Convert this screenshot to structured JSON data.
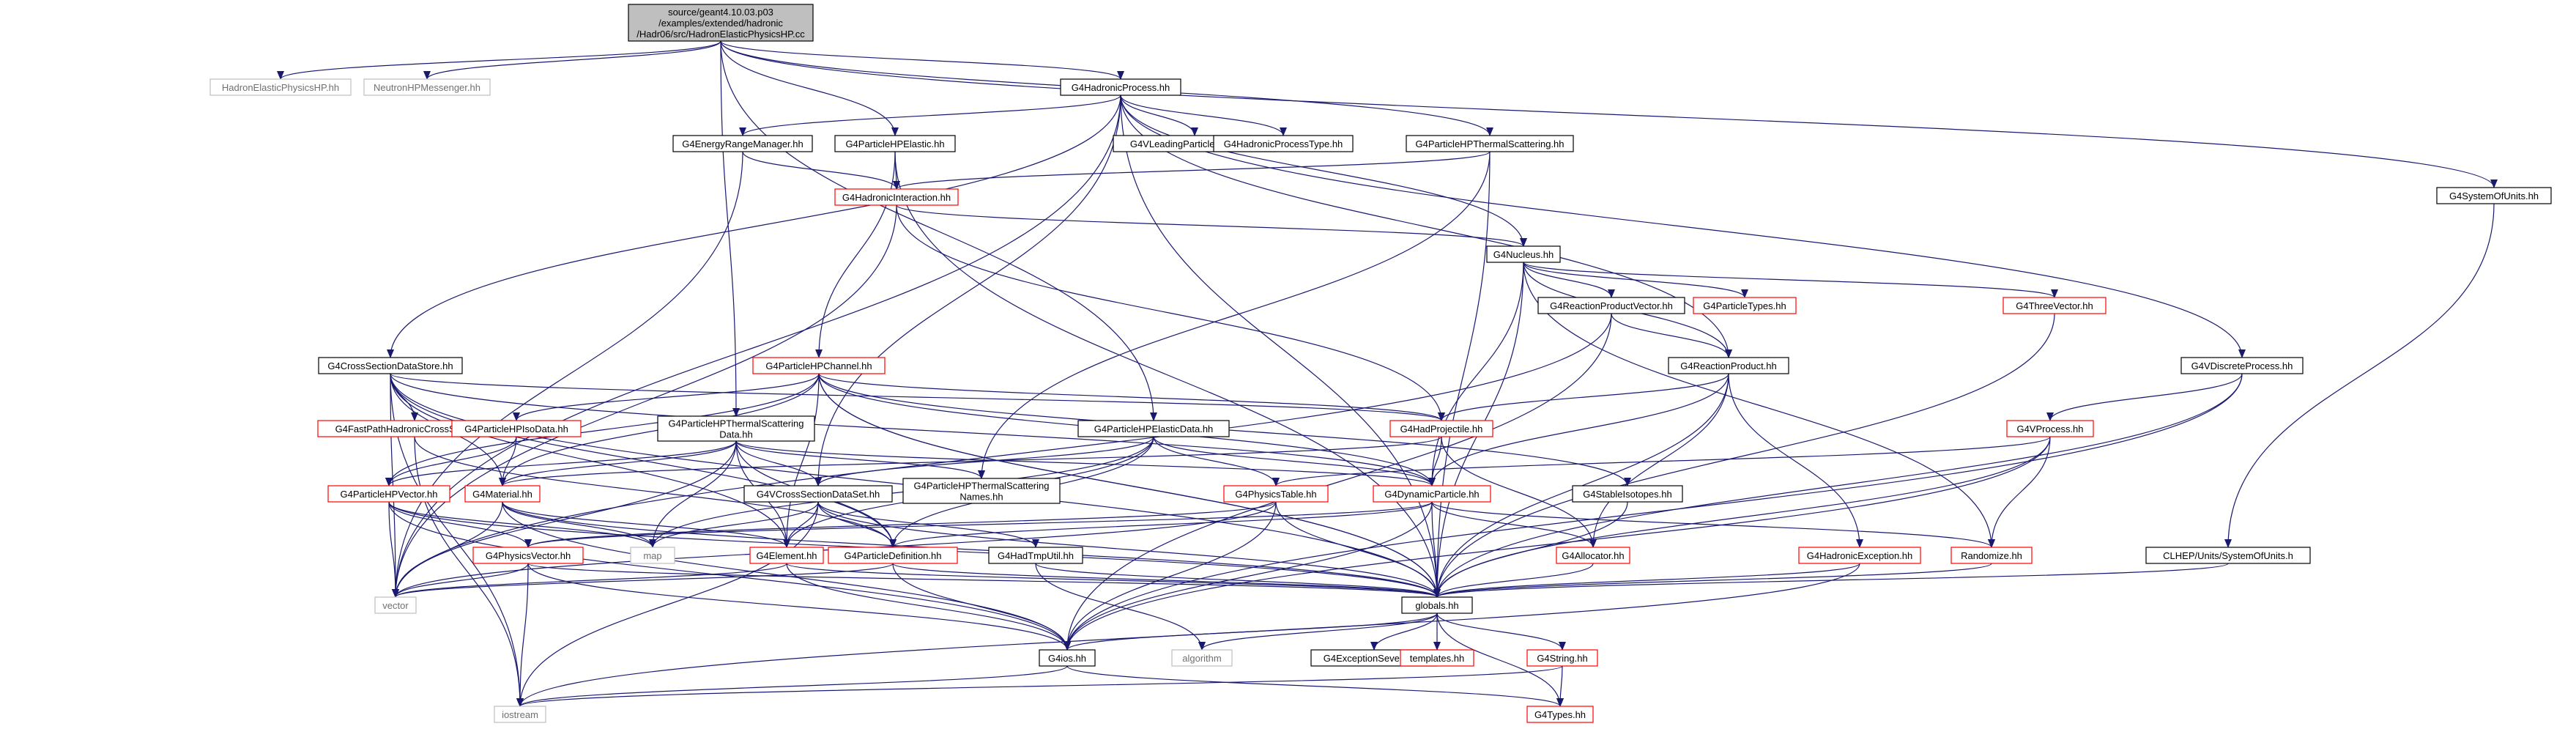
{
  "diagram": {
    "colors": {
      "edge": "#191970",
      "edge_red": "#ff0000",
      "node_border": "#000000",
      "node_border_red": "#ff0000",
      "node_border_gray": "#bfbfbf",
      "node_fill_root": "#bfbfbf",
      "text": "#000000",
      "text_gray": "#707070"
    },
    "nodes": [
      {
        "id": "root",
        "lines": [
          "source/geant4.10.03.p03",
          "/examples/extended/hadronic",
          "/Hadr06/src/HadronElasticPhysicsHP.cc"
        ],
        "style": "root"
      },
      {
        "id": "helasticphys",
        "lines": [
          "HadronElasticPhysicsHP.hh"
        ],
        "style": "gray"
      },
      {
        "id": "neutronmsg",
        "lines": [
          "NeutronHPMessenger.hh"
        ],
        "style": "gray"
      },
      {
        "id": "hadproc",
        "lines": [
          "G4HadronicProcess.hh"
        ],
        "style": "black"
      },
      {
        "id": "sysunits",
        "lines": [
          "G4SystemOfUnits.hh"
        ],
        "style": "black"
      },
      {
        "id": "energyrange",
        "lines": [
          "G4EnergyRangeManager.hh"
        ],
        "style": "black"
      },
      {
        "id": "hpelastic",
        "lines": [
          "G4ParticleHPElastic.hh"
        ],
        "style": "black"
      },
      {
        "id": "leadbias",
        "lines": [
          "G4VLeadingParticleBiasing.hh"
        ],
        "style": "black"
      },
      {
        "id": "hadproctype",
        "lines": [
          "G4HadronicProcessType.hh"
        ],
        "style": "black"
      },
      {
        "id": "hptherm",
        "lines": [
          "G4ParticleHPThermalScattering.hh"
        ],
        "style": "black"
      },
      {
        "id": "hadinter",
        "lines": [
          "G4HadronicInteraction.hh"
        ],
        "style": "red"
      },
      {
        "id": "nucleus",
        "lines": [
          "G4Nucleus.hh"
        ],
        "style": "black"
      },
      {
        "id": "reacprodvec",
        "lines": [
          "G4ReactionProductVector.hh"
        ],
        "style": "black"
      },
      {
        "id": "particletypes",
        "lines": [
          "G4ParticleTypes.hh"
        ],
        "style": "red"
      },
      {
        "id": "threevec",
        "lines": [
          "G4ThreeVector.hh"
        ],
        "style": "red"
      },
      {
        "id": "xsdatastore",
        "lines": [
          "G4CrossSectionDataStore.hh"
        ],
        "style": "black"
      },
      {
        "id": "hpchannel",
        "lines": [
          "G4ParticleHPChannel.hh"
        ],
        "style": "red"
      },
      {
        "id": "reacprod",
        "lines": [
          "G4ReactionProduct.hh"
        ],
        "style": "black"
      },
      {
        "id": "vdiscrete",
        "lines": [
          "G4VDiscreteProcess.hh"
        ],
        "style": "black"
      },
      {
        "id": "fastpath",
        "lines": [
          "G4FastPathHadronicCrossSection.hh"
        ],
        "style": "red"
      },
      {
        "id": "hpisodata",
        "lines": [
          "G4ParticleHPIsoData.hh"
        ],
        "style": "red"
      },
      {
        "id": "hpthermdata",
        "lines": [
          "G4ParticleHPThermalScattering",
          "Data.hh"
        ],
        "style": "black"
      },
      {
        "id": "hpelasticdata",
        "lines": [
          "G4ParticleHPElasticData.hh"
        ],
        "style": "black"
      },
      {
        "id": "hadprojectile",
        "lines": [
          "G4HadProjectile.hh"
        ],
        "style": "red"
      },
      {
        "id": "vprocess",
        "lines": [
          "G4VProcess.hh"
        ],
        "style": "red"
      },
      {
        "id": "hpvector",
        "lines": [
          "G4ParticleHPVector.hh"
        ],
        "style": "red"
      },
      {
        "id": "material",
        "lines": [
          "G4Material.hh"
        ],
        "style": "red"
      },
      {
        "id": "vxsdataset",
        "lines": [
          "G4VCrossSectionDataSet.hh"
        ],
        "style": "black"
      },
      {
        "id": "hpthermnames",
        "lines": [
          "G4ParticleHPThermalScattering",
          "Names.hh"
        ],
        "style": "black"
      },
      {
        "id": "physicstable",
        "lines": [
          "G4PhysicsTable.hh"
        ],
        "style": "red"
      },
      {
        "id": "dynparticle",
        "lines": [
          "G4DynamicParticle.hh"
        ],
        "style": "red"
      },
      {
        "id": "stableiso",
        "lines": [
          "G4StableIsotopes.hh"
        ],
        "style": "black"
      },
      {
        "id": "physvector",
        "lines": [
          "G4PhysicsVector.hh"
        ],
        "style": "red"
      },
      {
        "id": "map",
        "lines": [
          "map"
        ],
        "style": "gray"
      },
      {
        "id": "element",
        "lines": [
          "G4Element.hh"
        ],
        "style": "red"
      },
      {
        "id": "partdef",
        "lines": [
          "G4ParticleDefinition.hh"
        ],
        "style": "red"
      },
      {
        "id": "hadtmputil",
        "lines": [
          "G4HadTmpUtil.hh"
        ],
        "style": "black"
      },
      {
        "id": "allocator",
        "lines": [
          "G4Allocator.hh"
        ],
        "style": "red"
      },
      {
        "id": "hadexception",
        "lines": [
          "G4HadronicException.hh"
        ],
        "style": "red"
      },
      {
        "id": "randomize",
        "lines": [
          "Randomize.hh"
        ],
        "style": "red"
      },
      {
        "id": "clhepunits",
        "lines": [
          "CLHEP/Units/SystemOfUnits.h"
        ],
        "style": "black"
      },
      {
        "id": "vector",
        "lines": [
          "vector"
        ],
        "style": "gray"
      },
      {
        "id": "globals",
        "lines": [
          "globals.hh"
        ],
        "style": "black"
      },
      {
        "id": "g4ios",
        "lines": [
          "G4ios.hh"
        ],
        "style": "black"
      },
      {
        "id": "algorithm",
        "lines": [
          "algorithm"
        ],
        "style": "gray"
      },
      {
        "id": "exceptsev",
        "lines": [
          "G4ExceptionSeverity.hh"
        ],
        "style": "black"
      },
      {
        "id": "templates",
        "lines": [
          "templates.hh"
        ],
        "style": "red"
      },
      {
        "id": "g4string",
        "lines": [
          "G4String.hh"
        ],
        "style": "red"
      },
      {
        "id": "iostream",
        "lines": [
          "iostream"
        ],
        "style": "gray"
      },
      {
        "id": "g4types",
        "lines": [
          "G4Types.hh"
        ],
        "style": "red"
      }
    ],
    "edges": [
      [
        "root",
        "helasticphys"
      ],
      [
        "root",
        "neutronmsg"
      ],
      [
        "root",
        "hadproc"
      ],
      [
        "root",
        "sysunits"
      ],
      [
        "root",
        "hpelastic"
      ],
      [
        "root",
        "hptherm"
      ],
      [
        "root",
        "hpthermdata"
      ],
      [
        "root",
        "hpelasticdata"
      ],
      [
        "hadproc",
        "energyrange"
      ],
      [
        "hadproc",
        "leadbias"
      ],
      [
        "hadproc",
        "hadproctype"
      ],
      [
        "hadproc",
        "nucleus"
      ],
      [
        "hadproc",
        "reacprod"
      ],
      [
        "hadproc",
        "xsdatastore"
      ],
      [
        "hadproc",
        "vdiscrete"
      ],
      [
        "hadproc",
        "vector"
      ],
      [
        "hadproc",
        "globals"
      ],
      [
        "hadproc",
        "vxsdataset"
      ],
      [
        "energyrange",
        "hadinter"
      ],
      [
        "energyrange",
        "vector"
      ],
      [
        "hpelastic",
        "hadinter"
      ],
      [
        "hpelastic",
        "hpchannel"
      ],
      [
        "hpelastic",
        "globals"
      ],
      [
        "hptherm",
        "hadinter"
      ],
      [
        "hptherm",
        "hpthermnames"
      ],
      [
        "hptherm",
        "globals"
      ],
      [
        "hadinter",
        "nucleus"
      ],
      [
        "hadinter",
        "hadprojectile"
      ],
      [
        "hadinter",
        "vector"
      ],
      [
        "nucleus",
        "reacprodvec"
      ],
      [
        "nucleus",
        "particletypes"
      ],
      [
        "nucleus",
        "threevec"
      ],
      [
        "nucleus",
        "reacprod"
      ],
      [
        "nucleus",
        "dynparticle"
      ],
      [
        "nucleus",
        "randomize"
      ],
      [
        "nucleus",
        "globals"
      ],
      [
        "reacprodvec",
        "reacprod"
      ],
      [
        "reacprodvec",
        "vector"
      ],
      [
        "reacprodvec",
        "g4ios"
      ],
      [
        "threevec",
        "globals"
      ],
      [
        "reacprod",
        "hadprojectile"
      ],
      [
        "reacprod",
        "dynparticle"
      ],
      [
        "reacprod",
        "hadexception"
      ],
      [
        "reacprod",
        "allocator"
      ],
      [
        "reacprod",
        "globals"
      ],
      [
        "xsdatastore",
        "fastpath"
      ],
      [
        "xsdatastore",
        "material"
      ],
      [
        "xsdatastore",
        "vector"
      ],
      [
        "xsdatastore",
        "iostream"
      ],
      [
        "xsdatastore",
        "element"
      ],
      [
        "xsdatastore",
        "dynparticle"
      ],
      [
        "xsdatastore",
        "globals"
      ],
      [
        "xsdatastore",
        "hadprojectile"
      ],
      [
        "xsdatastore",
        "partdef"
      ],
      [
        "hpchannel",
        "hpisodata"
      ],
      [
        "hpchannel",
        "hpvector"
      ],
      [
        "hpchannel",
        "material"
      ],
      [
        "hpchannel",
        "element"
      ],
      [
        "hpchannel",
        "globals"
      ],
      [
        "hpchannel",
        "stableiso"
      ],
      [
        "hpchannel",
        "dynparticle"
      ],
      [
        "hpchannel",
        "hadprojectile"
      ],
      [
        "vdiscrete",
        "vprocess"
      ],
      [
        "vdiscrete",
        "globals"
      ],
      [
        "vdiscrete",
        "g4ios"
      ],
      [
        "fastpath",
        "partdef"
      ],
      [
        "fastpath",
        "iostream"
      ],
      [
        "hpisodata",
        "hpvector"
      ],
      [
        "hpisodata",
        "material"
      ],
      [
        "hpthermdata",
        "hpvector"
      ],
      [
        "hpthermdata",
        "material"
      ],
      [
        "hpthermdata",
        "vxsdataset"
      ],
      [
        "hpthermdata",
        "hpthermnames"
      ],
      [
        "hpthermdata",
        "element"
      ],
      [
        "hpthermdata",
        "map"
      ],
      [
        "hpthermdata",
        "vector"
      ],
      [
        "hpthermdata",
        "partdef"
      ],
      [
        "hpthermdata",
        "dynparticle"
      ],
      [
        "hpelasticdata",
        "vxsdataset"
      ],
      [
        "hpelasticdata",
        "physicstable"
      ],
      [
        "hpelasticdata",
        "dynparticle"
      ],
      [
        "hpelasticdata",
        "element"
      ],
      [
        "hpelasticdata",
        "partdef"
      ],
      [
        "hpelasticdata",
        "map"
      ],
      [
        "hadprojectile",
        "material"
      ],
      [
        "hadprojectile",
        "dynparticle"
      ],
      [
        "hadprojectile",
        "allocator"
      ],
      [
        "vprocess",
        "randomize"
      ],
      [
        "vprocess",
        "globals"
      ],
      [
        "vprocess",
        "g4ios"
      ],
      [
        "vprocess",
        "physicstable"
      ],
      [
        "hpvector",
        "physvector"
      ],
      [
        "hpvector",
        "vector"
      ],
      [
        "hpvector",
        "g4ios"
      ],
      [
        "hpvector",
        "globals"
      ],
      [
        "hpvector",
        "map"
      ],
      [
        "material",
        "element"
      ],
      [
        "material",
        "vector"
      ],
      [
        "material",
        "map"
      ],
      [
        "material",
        "g4ios"
      ],
      [
        "material",
        "globals"
      ],
      [
        "vxsdataset",
        "element"
      ],
      [
        "vxsdataset",
        "partdef"
      ],
      [
        "vxsdataset",
        "map"
      ],
      [
        "vxsdataset",
        "iostream"
      ],
      [
        "vxsdataset",
        "globals"
      ],
      [
        "vxsdataset",
        "hadtmputil"
      ],
      [
        "physicstable",
        "vector"
      ],
      [
        "physicstable",
        "physvector"
      ],
      [
        "physicstable",
        "globals"
      ],
      [
        "physicstable",
        "g4ios"
      ],
      [
        "dynparticle",
        "partdef"
      ],
      [
        "dynparticle",
        "allocator"
      ],
      [
        "dynparticle",
        "globals"
      ],
      [
        "dynparticle",
        "g4ios"
      ],
      [
        "dynparticle",
        "physvector"
      ],
      [
        "physvector",
        "vector"
      ],
      [
        "physvector",
        "iostream"
      ],
      [
        "physvector",
        "g4ios"
      ],
      [
        "physvector",
        "globals"
      ],
      [
        "element",
        "vector"
      ],
      [
        "element",
        "globals"
      ],
      [
        "element",
        "g4ios"
      ],
      [
        "partdef",
        "vector"
      ],
      [
        "partdef",
        "globals"
      ],
      [
        "partdef",
        "g4ios"
      ],
      [
        "hadtmputil",
        "globals"
      ],
      [
        "hadtmputil",
        "algorithm"
      ],
      [
        "allocator",
        "globals"
      ],
      [
        "hadexception",
        "globals"
      ],
      [
        "hadexception",
        "iostream"
      ],
      [
        "randomize",
        "globals"
      ],
      [
        "stableiso",
        "globals"
      ],
      [
        "clhepunits",
        "globals"
      ],
      [
        "sysunits",
        "clhepunits"
      ],
      [
        "dynparticle",
        "randomize"
      ],
      [
        "hpchannel",
        "globals"
      ],
      [
        "globals",
        "g4ios"
      ],
      [
        "globals",
        "algorithm"
      ],
      [
        "globals",
        "exceptsev"
      ],
      [
        "globals",
        "templates"
      ],
      [
        "globals",
        "g4string"
      ],
      [
        "globals",
        "g4types"
      ],
      [
        "g4ios",
        "iostream"
      ],
      [
        "g4ios",
        "g4types"
      ],
      [
        "g4string",
        "g4types"
      ],
      [
        "g4string",
        "iostream"
      ]
    ]
  }
}
